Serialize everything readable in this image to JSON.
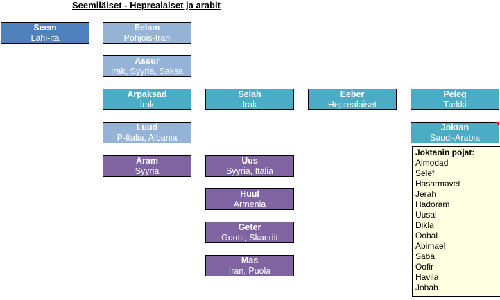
{
  "title": "Seemiläiset - Heprealaiset ja arabit",
  "colors": {
    "seem": "#4f81bd",
    "light_blue": "#95b3d7",
    "teal": "#4bacc6",
    "purple": "#8064a2",
    "comment_bg": "#ffffe1",
    "comment_marker": "#ff0000"
  },
  "boxes": {
    "seem": {
      "name": "Seem",
      "place": "Lähi-itä"
    },
    "eelam": {
      "name": "Eelam",
      "place": "Pohjois-Iran"
    },
    "assur": {
      "name": "Assur",
      "place": "Irak, Syyria, Saksa"
    },
    "arpaksad": {
      "name": "Arpaksad",
      "place": "Irak"
    },
    "luud": {
      "name": "Luud",
      "place": "P-Italia, Albania"
    },
    "aram": {
      "name": "Aram",
      "place": "Syyria"
    },
    "selah": {
      "name": "Selah",
      "place": "Irak"
    },
    "uus": {
      "name": "Uus",
      "place": "Syyria, Italia"
    },
    "huul": {
      "name": "Huul",
      "place": "Armenia"
    },
    "geter": {
      "name": "Geter",
      "place": "Gootit, Skandit"
    },
    "mas": {
      "name": "Mas",
      "place": "Iran, Puola"
    },
    "eeber": {
      "name": "Eeber",
      "place": "Heprealaiset"
    },
    "peleg": {
      "name": "Peleg",
      "place": "Turkki"
    },
    "joktan": {
      "name": "Joktan",
      "place": "Saudi-Arabia"
    }
  },
  "comment": {
    "heading": "Joktanin pojat:",
    "sons": [
      "Almodad",
      "Selef",
      "Hasarmavet",
      "Jerah",
      "Hadoram",
      "Uusal",
      "Dikla",
      "Oobal",
      "Abimael",
      "Saba",
      "Oofir",
      "Havila",
      "Jobab"
    ]
  }
}
